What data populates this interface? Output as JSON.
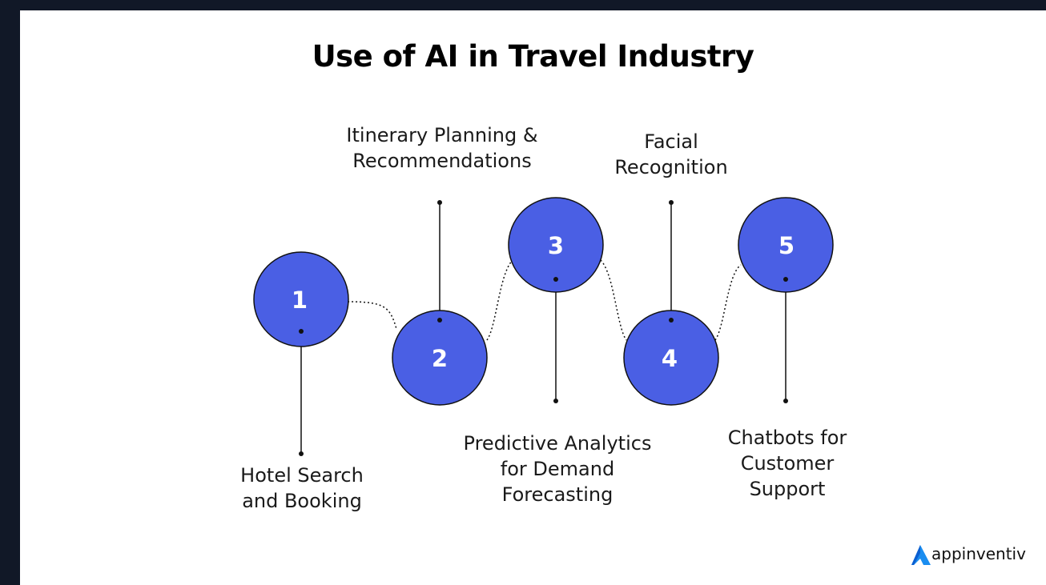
{
  "title": "Use of AI in Travel Industry",
  "colors": {
    "circle_fill": "#4a5fe4",
    "circle_stroke": "#111111",
    "background": "#ffffff",
    "frame": "#111827"
  },
  "steps": [
    {
      "number": "1",
      "line1": "Hotel Search",
      "line2": "and Booking",
      "line3": ""
    },
    {
      "number": "2",
      "line1": "Itinerary Planning &",
      "line2": "Recommendations",
      "line3": ""
    },
    {
      "number": "3",
      "line1": "Predictive Analytics",
      "line2": "for Demand",
      "line3": "Forecasting"
    },
    {
      "number": "4",
      "line1": "Facial",
      "line2": "Recognition",
      "line3": ""
    },
    {
      "number": "5",
      "line1": "Chatbots for",
      "line2": "Customer",
      "line3": "Support"
    }
  ],
  "brand": {
    "name": "appinventiv",
    "logo_icon": "triangle-logo-icon"
  }
}
